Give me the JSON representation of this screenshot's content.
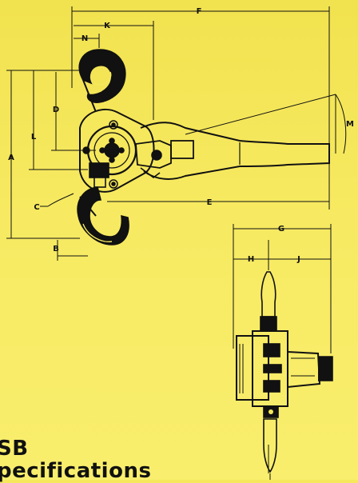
{
  "dimension_labels": {
    "A": "A",
    "B": "B",
    "C": "C",
    "D": "D",
    "E": "E",
    "F": "F",
    "G": "G",
    "H": "H",
    "J": "J",
    "K": "K",
    "L": "L",
    "M": "M",
    "N": "N"
  },
  "heading": {
    "model": "SB",
    "subtitle": "pecifications"
  },
  "colors": {
    "background": "#f6e85c",
    "ink": "#111111"
  }
}
